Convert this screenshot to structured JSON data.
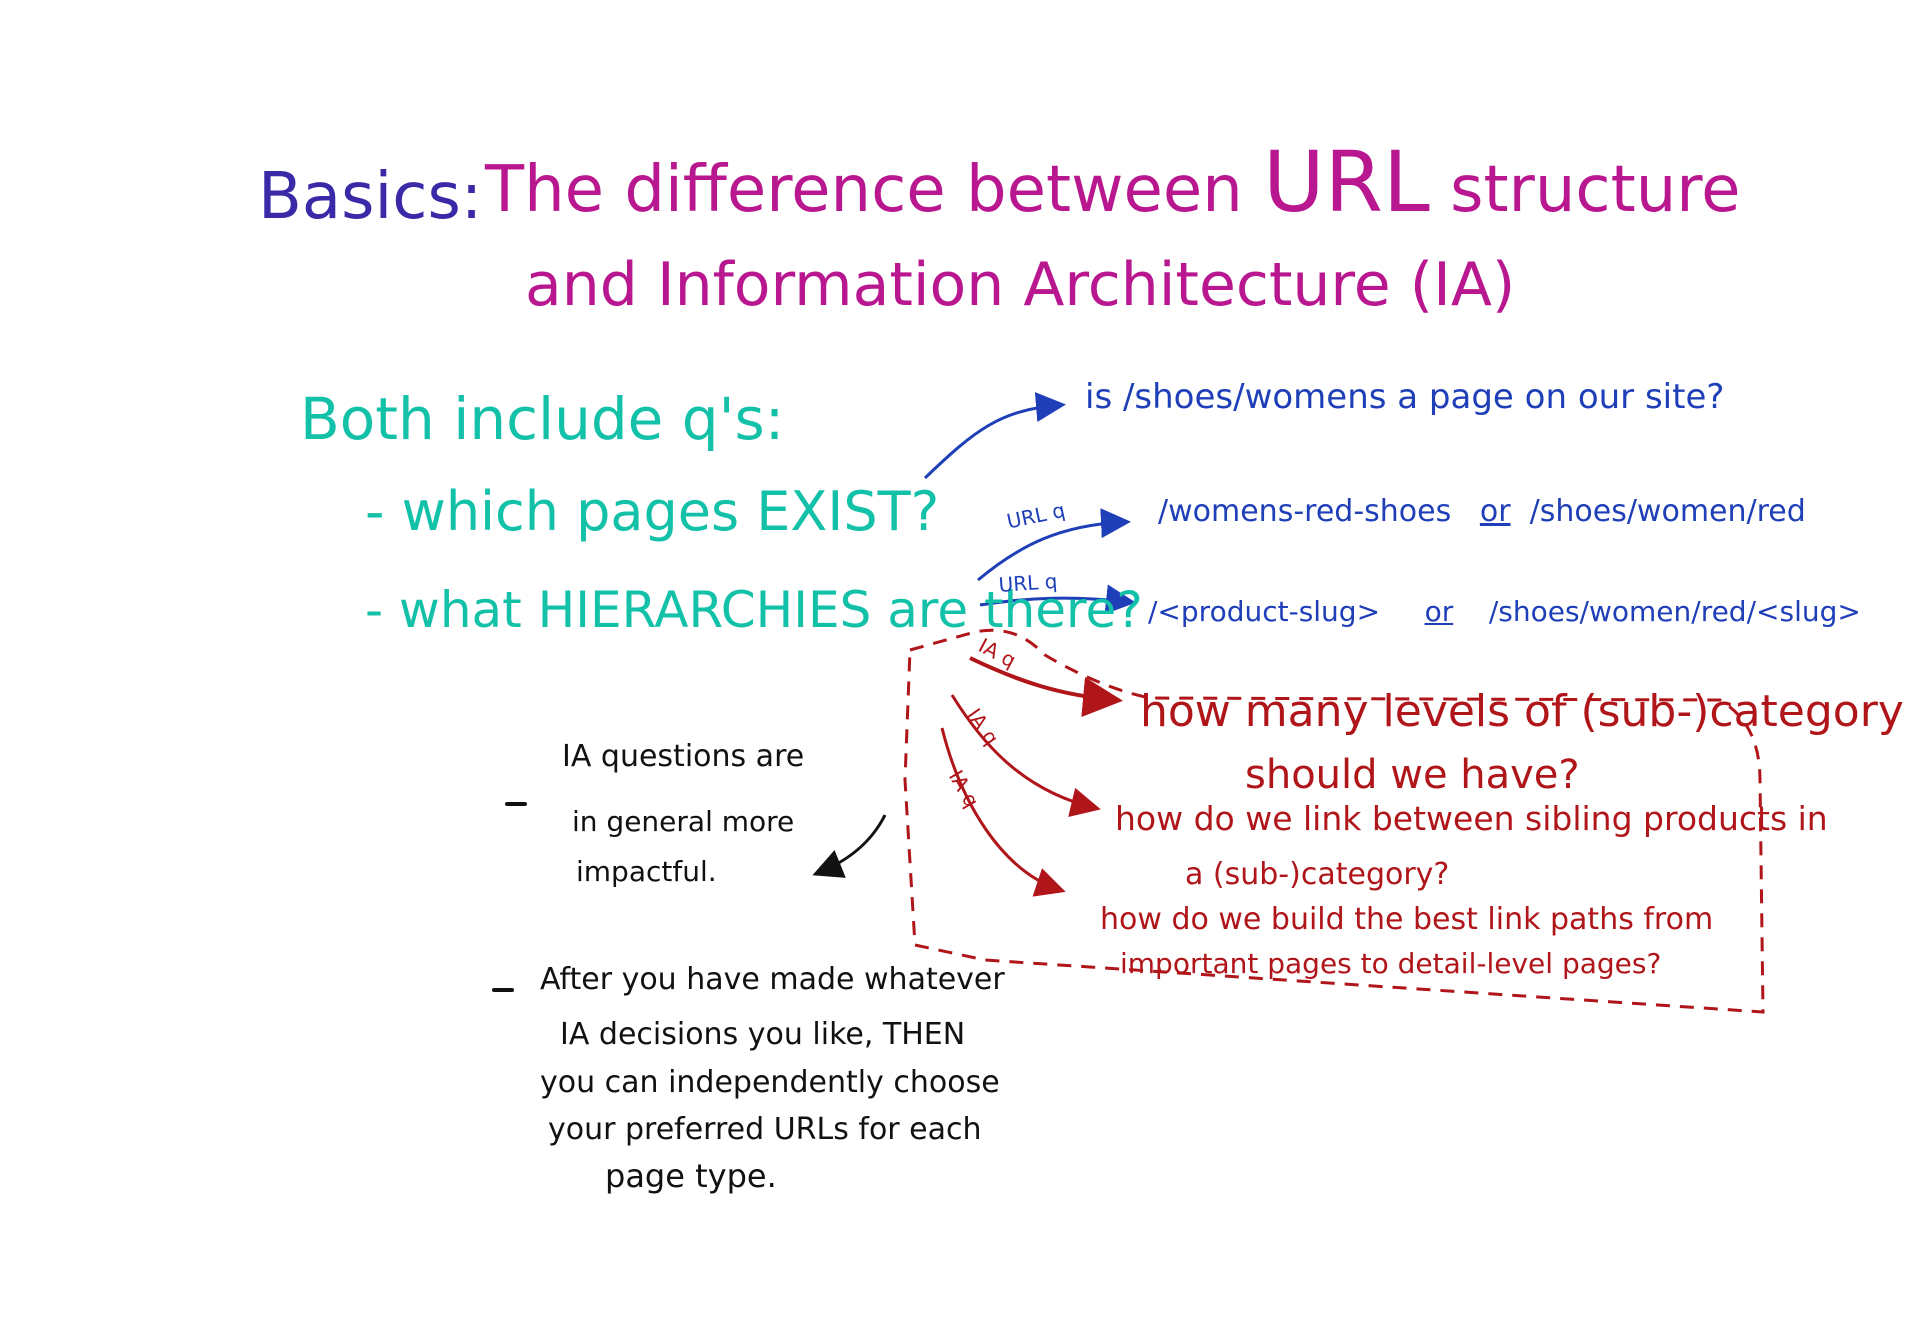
{
  "title": {
    "prefix": "Basics:",
    "line1_before": "The difference between ",
    "line1_url": "URL",
    "line1_after": " structure",
    "line2": "and Information Architecture (IA)"
  },
  "intro": {
    "heading": "Both include q's:",
    "items": [
      "- which pages EXIST?",
      "- what HIERARCHIES are there?"
    ]
  },
  "url_questions": {
    "exist_question": "is /shoes/womens a page on our site?",
    "label": "URL q",
    "line1_a": "/womens-red-shoes",
    "line1_or": "or",
    "line1_b": "/shoes/women/red",
    "line2_a": "/<product-slug>",
    "line2_or": "or",
    "line2_b": "/shoes/women/red/<slug>"
  },
  "ia_questions": {
    "label": "IA q",
    "q1_line1": "how many levels of (sub-)category",
    "q1_line2": "should we have?",
    "q2_line1": "how do we link between sibling products in",
    "q2_line2": "a (sub-)category?",
    "q3_line1": "how do we build the best link paths from",
    "q3_line2": "important pages to detail-level pages?"
  },
  "notes": {
    "note1": [
      "IA questions are",
      "in general more",
      "impactful."
    ],
    "note2": [
      "After you have made whatever",
      "IA decisions you like, THEN",
      "you can independently choose",
      "your preferred URLs for each",
      "page type."
    ]
  },
  "colors": {
    "title_prefix": "#3a2aa8",
    "title": "#b8178f",
    "teal": "#12c1a8",
    "blue": "#1e3fb8",
    "red": "#b0151a",
    "black": "#111111"
  }
}
